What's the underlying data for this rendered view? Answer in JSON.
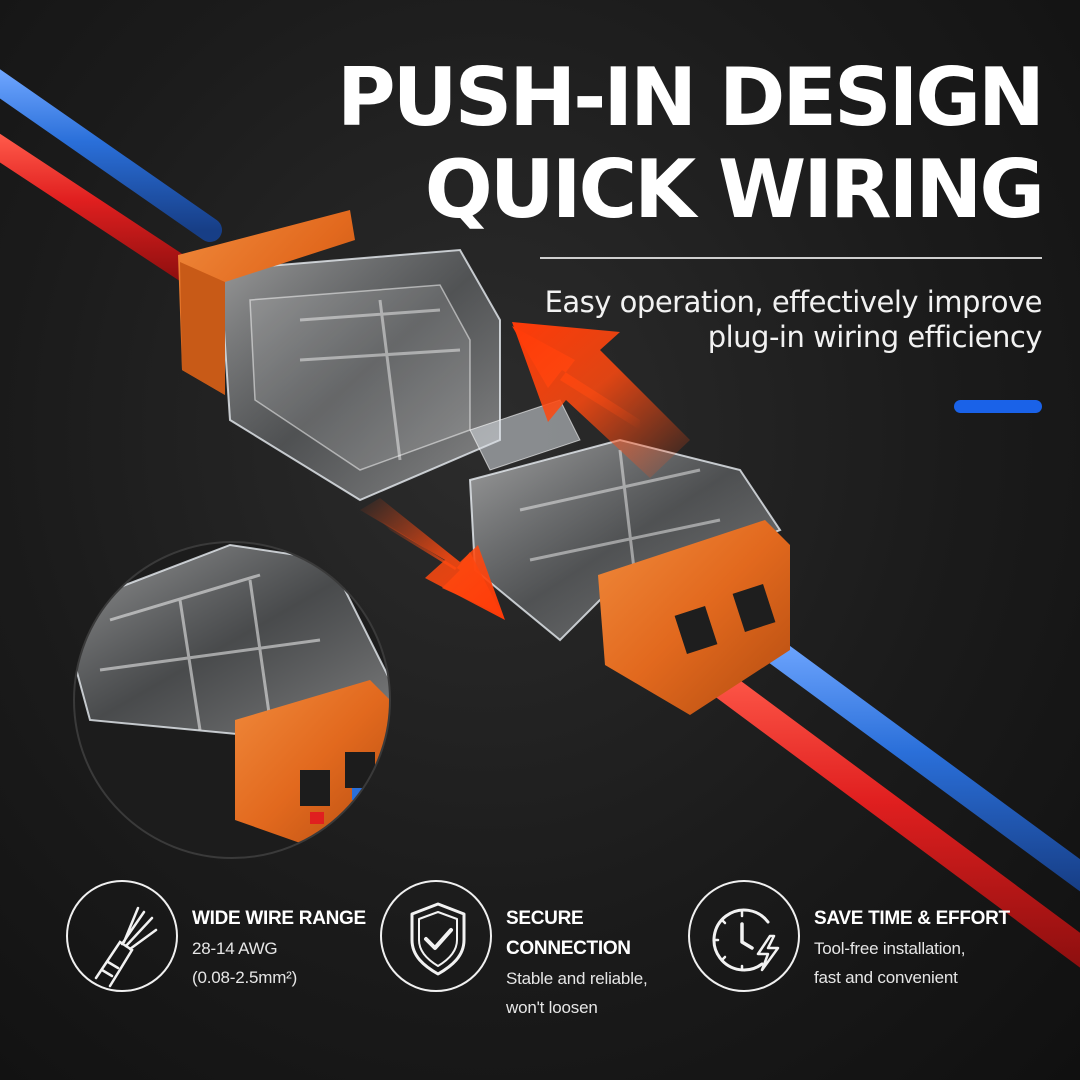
{
  "headline": {
    "line1": "PUSH-IN DESIGN",
    "line2": "QUICK WIRING"
  },
  "subtitle": {
    "line1": "Easy operation, effectively improve",
    "line2": "plug-in wiring efficiency"
  },
  "colors": {
    "background": "#1b1b1b",
    "accent_blue": "#1a62e8",
    "connector_orange": "#e2691e",
    "arrow_orange": "#ff4a10",
    "wire_red": "#e01f1f",
    "wire_blue": "#2a6fd9"
  },
  "features": [
    {
      "icon": "wire-strands-icon",
      "title": "WIDE WIRE RANGE",
      "lines": [
        "28-14 AWG",
        "(0.08-2.5mm²)"
      ]
    },
    {
      "icon": "shield-check-icon",
      "title_lines": [
        "SECURE",
        "CONNECTION"
      ],
      "lines": [
        "Stable and reliable,",
        "won't loosen"
      ]
    },
    {
      "icon": "clock-lightning-icon",
      "title": "SAVE TIME & EFFORT",
      "lines": [
        "Tool-free installation,",
        "fast and convenient"
      ]
    }
  ]
}
